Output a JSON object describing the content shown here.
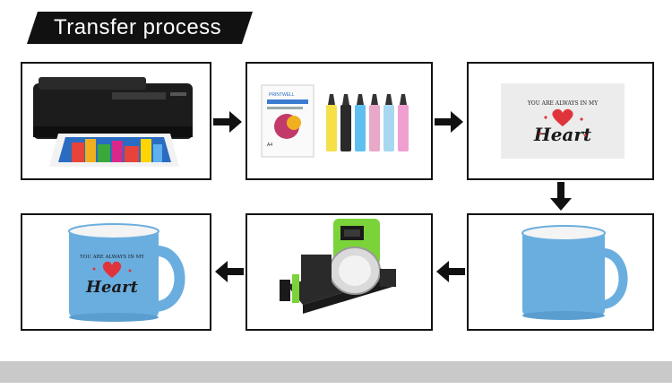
{
  "header": {
    "title": "Transfer process"
  },
  "colors": {
    "banner": "#111111",
    "mug_blue": "#6aaee0",
    "heart_red": "#e0343c",
    "machine_green": "#7bd33a"
  },
  "design": {
    "top_line": "YOU ARE ALWAYS IN MY",
    "main_word": "Heart"
  },
  "steps": [
    {
      "id": "print",
      "icon": "printer-icon"
    },
    {
      "id": "supplies",
      "icon": "paper-and-ink-icon",
      "paper_brand": "PRINTWELL",
      "paper_size": "A4"
    },
    {
      "id": "printed-transfer",
      "icon": "printed-design-icon"
    },
    {
      "id": "blank-mug",
      "icon": "blank-mug-icon"
    },
    {
      "id": "heat-press",
      "icon": "mug-press-icon"
    },
    {
      "id": "finished-mug",
      "icon": "finished-mug-icon"
    }
  ]
}
